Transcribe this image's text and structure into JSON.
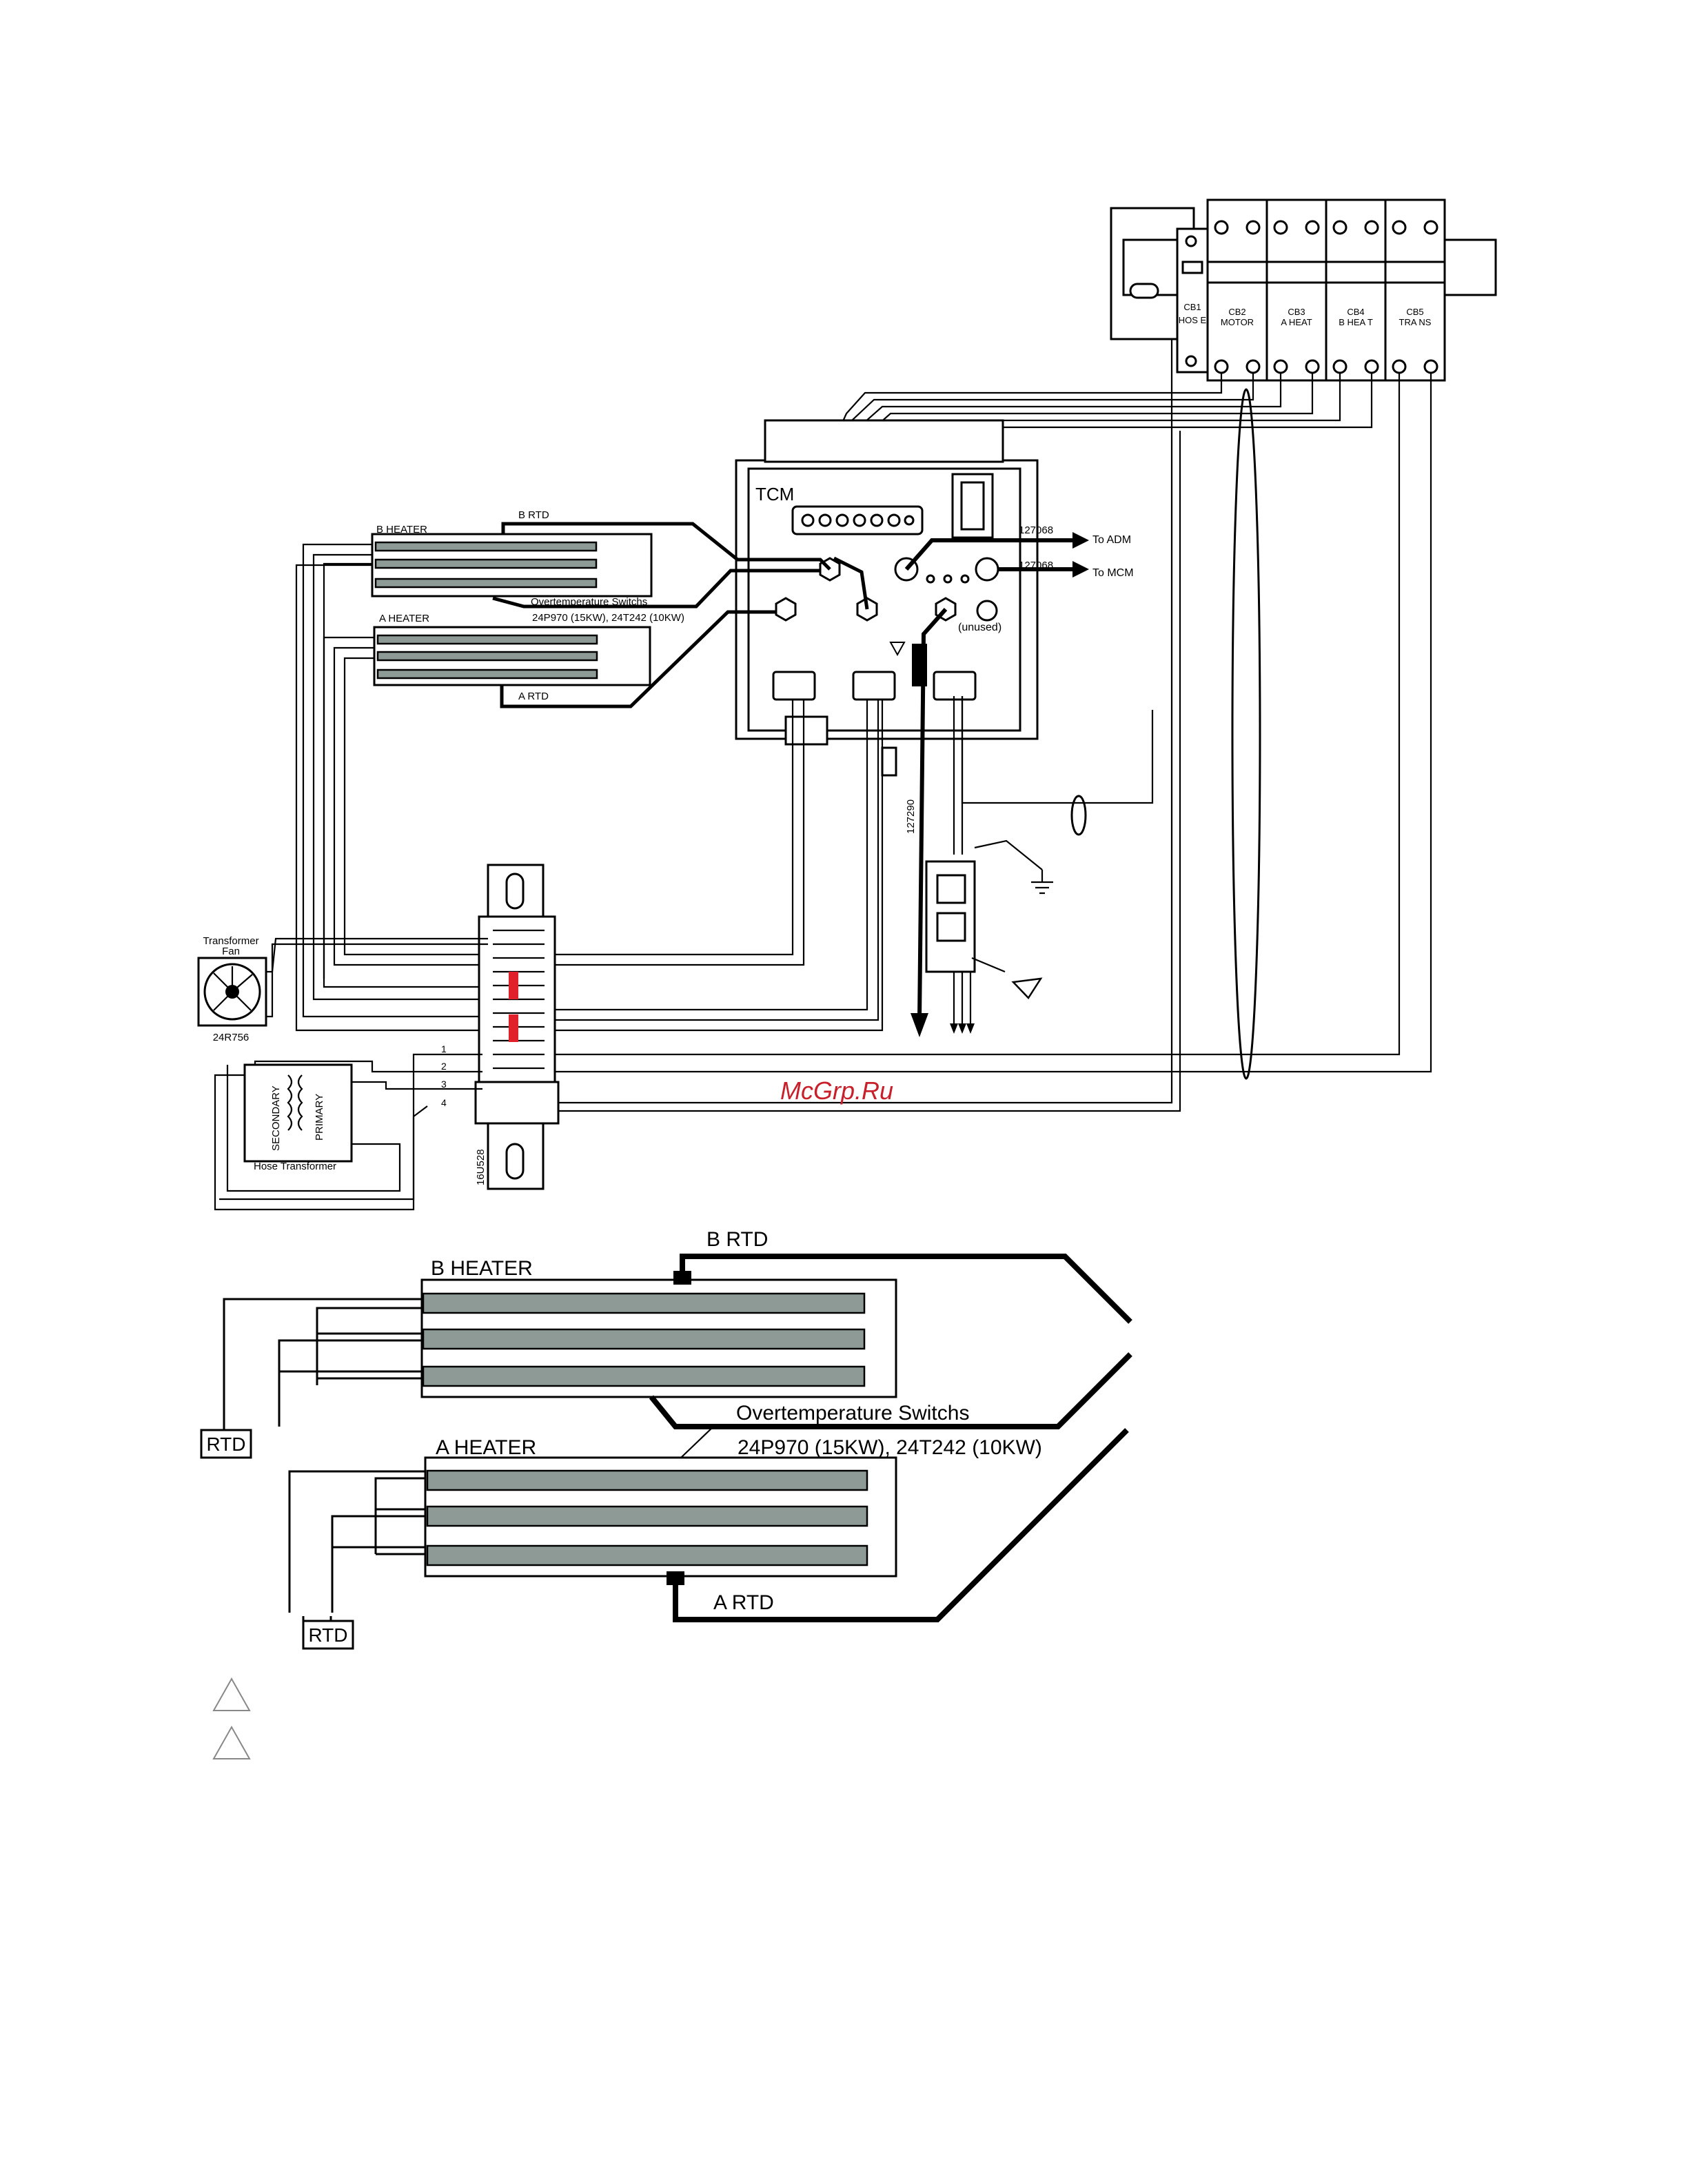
{
  "watermark": "McGrp.Ru",
  "top_schematic": {
    "breakers": [
      {
        "id": "CB1",
        "name": "HOS E"
      },
      {
        "id": "CB2",
        "name": "MOTOR"
      },
      {
        "id": "CB3",
        "name": "A  HEAT"
      },
      {
        "id": "CB4",
        "name": "B  HEA T"
      },
      {
        "id": "CB5",
        "name": "TRA NS"
      }
    ],
    "tcm_label": "TCM",
    "cable_adm_part": "127068",
    "cable_adm_dest": "To ADM",
    "cable_mcm_part": "127068",
    "cable_mcm_dest": "To MCM",
    "unused_label": "(unused)",
    "power_cable_part": "127290",
    "b_heater_label": "B  HEATER",
    "b_rtd_label": "B  RTD",
    "a_heater_label": "A  HEATER",
    "a_rtd_label": "A  RTD",
    "ot_switch_label": "Overtemperature Switchs",
    "ot_switch_parts": "24P970  (15KW),  24T242  (10KW)",
    "fan_label_1": "Transformer",
    "fan_label_2": "Fan",
    "fan_part": "24R756",
    "secondary_label": "SECONDARY",
    "primary_label": "PRIMARY",
    "hose_transformer_label": "Hose  Transformer",
    "terminal_numbers": [
      "1",
      "2",
      "3",
      "4"
    ],
    "terminal_block_part": "16U528"
  },
  "detail": {
    "b_rtd_label": "B  RTD",
    "b_heater_label": "B  HEATER",
    "ot_switch_label": "Overtemperature Switchs",
    "ot_switch_parts": "24P970  (15KW),  24T242  (10KW)",
    "a_heater_label": "A  HEATER",
    "a_rtd_label": "A  RTD",
    "rtd_box_upper": "RTD",
    "rtd_box_lower": "RTD"
  }
}
